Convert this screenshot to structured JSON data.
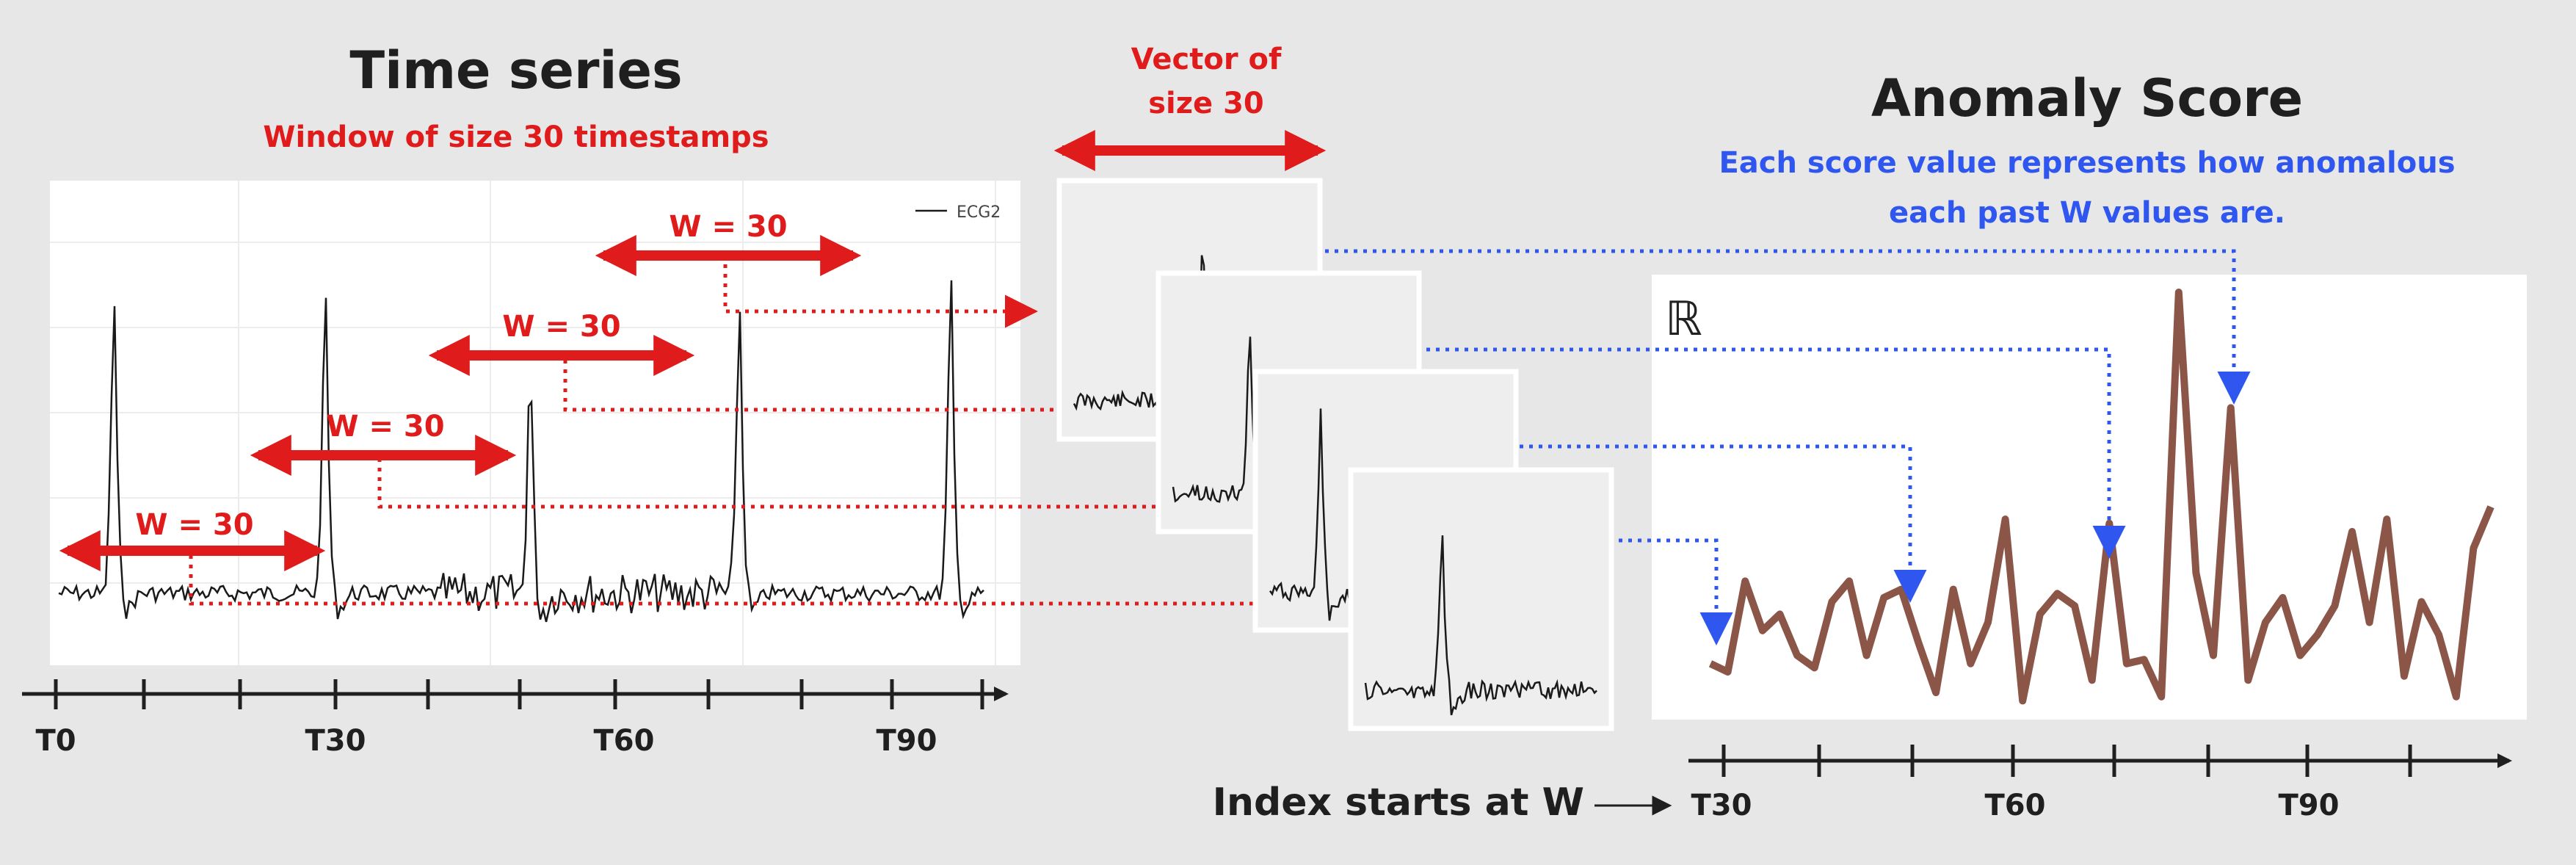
{
  "left": {
    "title": "Time series",
    "subtitle": "Window of size 30 timestamps",
    "legend_label": "ECG2",
    "window_labels": [
      "W = 30",
      "W = 30",
      "W = 30",
      "W = 30"
    ],
    "axis_ticks": [
      "T0",
      "T30",
      "T60",
      "T90"
    ]
  },
  "middle": {
    "vector_label_line1": "Vector of",
    "vector_label_line2": "size 30"
  },
  "right": {
    "title": "Anomaly Score",
    "subtitle_line1": "Each score value represents how anomalous",
    "subtitle_line2": "each past W values are.",
    "reals_symbol": "ℝ",
    "index_note": "Index starts at W",
    "axis_ticks": [
      "T30",
      "T60",
      "T90"
    ]
  },
  "colors": {
    "background": "#e7e7e7",
    "window_arrow": "#e01b1b",
    "mapping_arrow": "#2f57f0",
    "score_line": "#8b5548",
    "signal": "#1a1a1a"
  },
  "chart_data": {
    "type": "line",
    "series": [
      {
        "name": "",
        "values": [
          0.1,
          0.08,
          0.3,
          0.18,
          0.22,
          0.12,
          0.09,
          0.25,
          0.3,
          0.12,
          0.26,
          0.28,
          0.15,
          0.03,
          0.28,
          0.1,
          0.2,
          0.45,
          0.01,
          0.22,
          0.27,
          0.24,
          0.06,
          0.44,
          0.1,
          0.11,
          0.02,
          1.0,
          0.32,
          0.12,
          0.72,
          0.06,
          0.2,
          0.26,
          0.12,
          0.17,
          0.24,
          0.42,
          0.2,
          0.45,
          0.07,
          0.25,
          0.17,
          0.02,
          0.38,
          0.48
        ]
      }
    ]
  }
}
